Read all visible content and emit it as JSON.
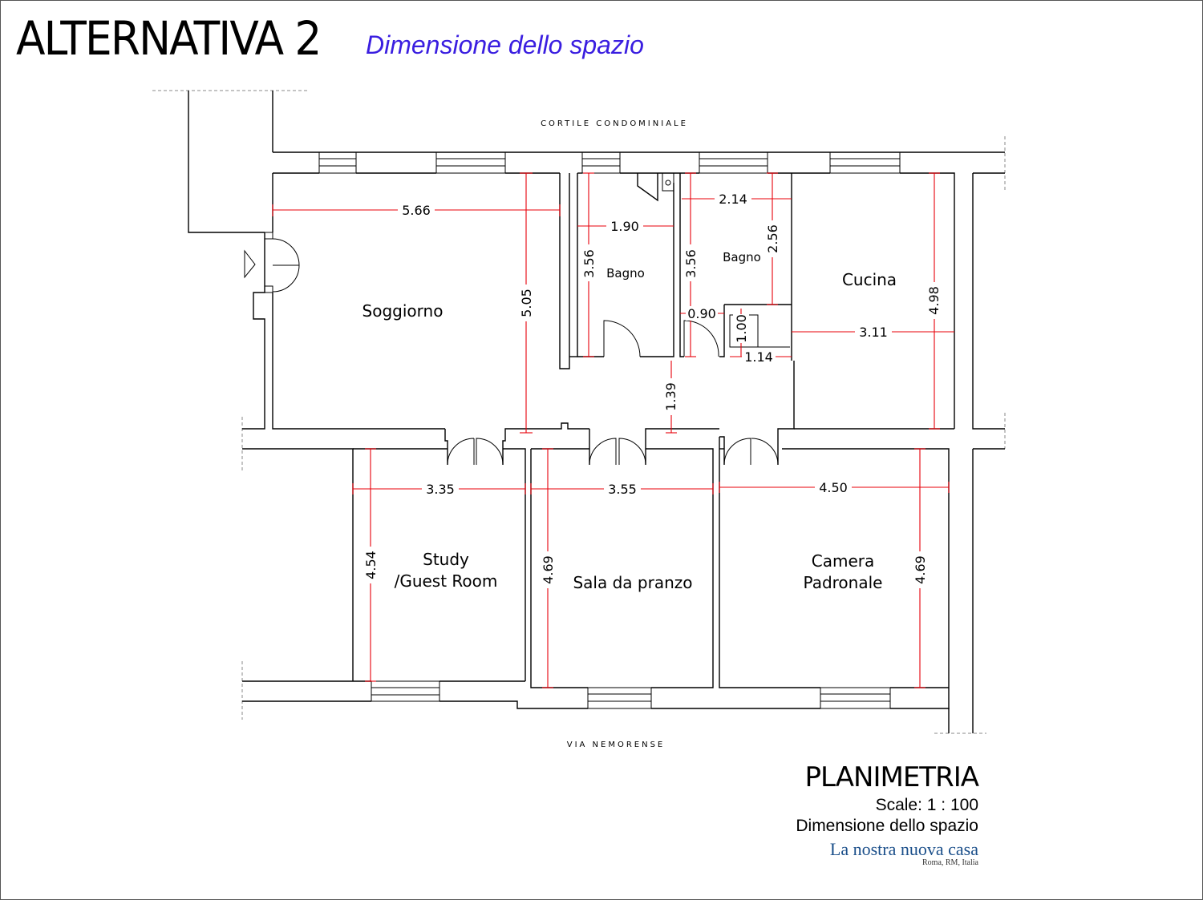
{
  "header": {
    "title": "ALTERNATIVA 2",
    "subtitle": "Dimensione dello spazio",
    "subtitle_color": "#3a1ee0"
  },
  "plan": {
    "street_top": "CORTILE CONDOMINIALE",
    "street_bottom": "VIA NEMORENSE",
    "rooms": {
      "soggiorno": "Soggiorno",
      "bagno_1": "Bagno",
      "bagno_2": "Bagno",
      "cucina": "Cucina",
      "study_line1": "Study",
      "study_line2": "/Guest Room",
      "sala": "Sala da pranzo",
      "camera_line1": "Camera",
      "camera_line2": "Padronale"
    },
    "dimensions": {
      "soggiorno_width": "5.66",
      "soggiorno_depth": "5.05",
      "bagno1_width": "1.90",
      "bagno1_depth": "3.56",
      "bagno2_depth": "3.56",
      "bagno2_width": "2.14",
      "bagno2_inner": "2.56",
      "closet_door": "0.90",
      "closet_depth": "1.00",
      "closet_width": "1.14",
      "cucina_width": "3.11",
      "cucina_depth": "4.98",
      "corridor": "1.39",
      "study_width": "3.35",
      "study_depth": "4.54",
      "sala_width": "3.55",
      "sala_depth": "4.69",
      "camera_width": "4.50",
      "camera_depth": "4.69"
    },
    "dimension_color": "#e8000a"
  },
  "footer": {
    "plan_title": "PLANIMETRIA",
    "scale": "Scale: 1 : 100",
    "subtitle": "Dimensione dello spazio",
    "brand": "La nostra nuova casa",
    "location": "Roma, RM, Italia",
    "brand_color": "#1b4f8a"
  }
}
